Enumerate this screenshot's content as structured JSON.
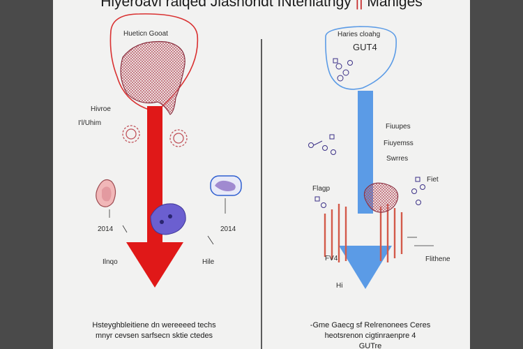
{
  "title": {
    "main": "Hlyeroavi raiqed Jlashondt INteniatngy",
    "bar": "||",
    "tail": "Maniges"
  },
  "left": {
    "circle_label": "Hueticn Gooat",
    "side_labels": [
      "Hivroe",
      "I'l/Uhim"
    ],
    "year_left": "2014",
    "year_right": "2014",
    "bottom_left": "Ilnqo",
    "bottom_right": "Hile",
    "caption_line1": "Hsteyghbleitiene dn wereeeed  techs",
    "caption_line2": "mnyr cevsen sarfsecn sktie ctedes"
  },
  "right": {
    "circle_label": "Haries cloahg",
    "circle_sublabel": "GUT4",
    "labels": [
      "Fiuupes",
      "Fiuyemss",
      "Swrres",
      "Fiet",
      "Flagp",
      "FV4",
      "Flithene",
      "Hi"
    ],
    "caption_line1": "-Gme Gaecg sf  Relrenonees  Ceres",
    "caption_line2": "heotsrenon cigtinraenpre 4",
    "caption_line3": "GUTre"
  },
  "colors": {
    "red": "#e01818",
    "blue": "#5b9be6",
    "pink": "#c46a78",
    "violet": "#6b5fd0",
    "stripe_red": "#d35a4a"
  }
}
